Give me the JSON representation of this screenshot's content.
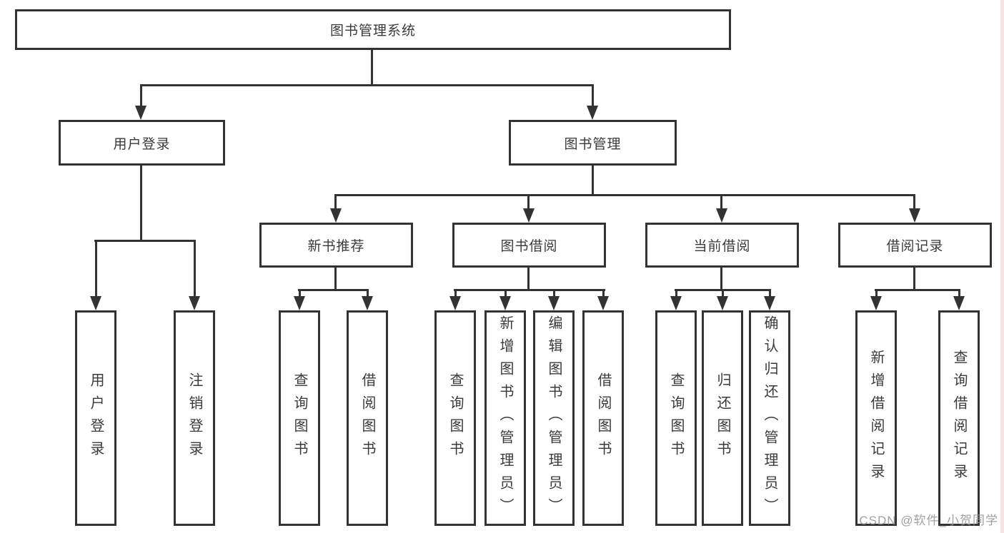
{
  "diagram": {
    "title": "图书管理系统",
    "level2": [
      {
        "label": "用户登录",
        "children": [
          "用户登录",
          "注销登录"
        ]
      },
      {
        "label": "图书管理"
      }
    ],
    "level3": [
      {
        "label": "新书推荐",
        "children": [
          "查询图书",
          "借阅图书"
        ]
      },
      {
        "label": "图书借阅",
        "children": [
          "查询图书",
          "新增图书（管理员）",
          "编辑图书（管理员）",
          "借阅图书"
        ]
      },
      {
        "label": "当前借阅",
        "children": [
          "查询图书",
          "归还图书",
          "确认归还（管理员）"
        ]
      },
      {
        "label": "借阅记录",
        "children": [
          "新增借阅记录",
          "查询借阅记录"
        ]
      }
    ]
  },
  "watermark": {
    "text": "CSDN @软件_小贺同学"
  },
  "colors": {
    "line": "#333333",
    "text": "#3a3a3a",
    "watermark": "#969696",
    "page_edge_strip": "#f8e2e2"
  }
}
